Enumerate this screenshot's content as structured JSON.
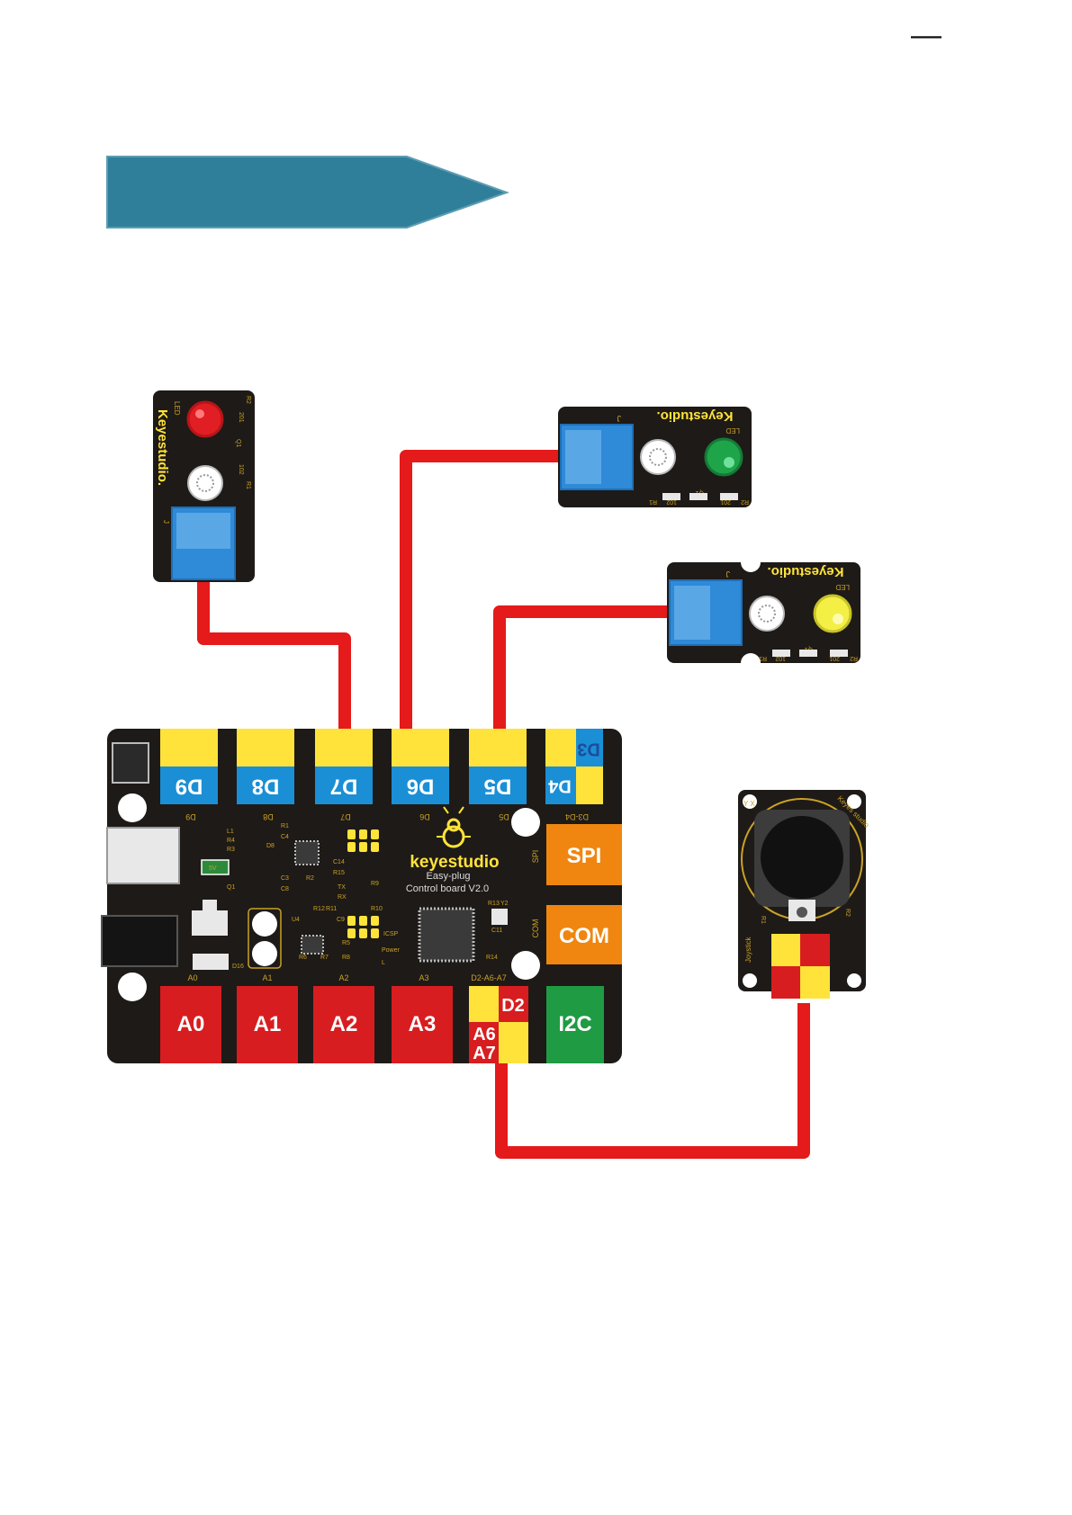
{
  "page": {
    "background": "#ffffff",
    "header_banner_color": "#2f7f9a",
    "top_mark": "—"
  },
  "colors": {
    "board": "#1e1a17",
    "port_yellow": "#ffe33a",
    "port_blue": "#1a8fd6",
    "port_red": "#d81d20",
    "port_orange": "#f0860f",
    "port_green": "#1f9b44",
    "wire": "#e51a1a",
    "connector_blue": "#2f8ad8",
    "silk": "#c9a227",
    "led_red": "#e01e24",
    "led_green": "#1ea54a",
    "led_yellow": "#f3ef45"
  },
  "board": {
    "brand": "keyestudio",
    "subtitle_1": "Easy-plug",
    "subtitle_2": "Control board V2.0",
    "top_ports": [
      {
        "label": "D9",
        "silk": "D9"
      },
      {
        "label": "D8",
        "silk": "D8"
      },
      {
        "label": "D7",
        "silk": "D7"
      },
      {
        "label": "D6",
        "silk": "D6"
      },
      {
        "label": "D5",
        "silk": "D5"
      },
      {
        "label_a": "D3",
        "label_b": "D4",
        "silk": "D3-D4"
      }
    ],
    "right_ports": [
      {
        "label": "SPI",
        "silk": "SPI"
      },
      {
        "label": "COM",
        "silk": "COM"
      },
      {
        "label": "I2C"
      }
    ],
    "bottom_ports": [
      {
        "label": "A0",
        "silk": "A0"
      },
      {
        "label": "A1",
        "silk": "A1"
      },
      {
        "label": "A2",
        "silk": "A2"
      },
      {
        "label": "A3",
        "silk": "A3"
      },
      {
        "label_a": "D2",
        "label_b": "A6",
        "label_c": "A7",
        "silk": "D2-A6-A7"
      }
    ],
    "silk_small": [
      "L1",
      "R4",
      "R3",
      "5V",
      "Q1",
      "R1",
      "C4",
      "D8",
      "C3",
      "R2",
      "C14",
      "R15",
      "TX",
      "RX",
      "R9",
      "R12",
      "R11",
      "C9",
      "R10",
      "ICSP",
      "R13",
      "Y2",
      "C11",
      "R14",
      "U4",
      "R6",
      "R7",
      "R8",
      "R5",
      "Power",
      "L",
      "D16",
      "C8"
    ]
  },
  "modules": {
    "led_red": {
      "brand": "Keyestudio.",
      "led": "LED",
      "j": "J",
      "r1": "R1",
      "r2": "R2",
      "q1": "Q1",
      "res_a": "102",
      "res_b": "201"
    },
    "led_green": {
      "brand": "Keyestudio.",
      "led": "LED",
      "j": "J",
      "r1": "R1",
      "r2": "R2",
      "q1": "Q1",
      "res_a": "102",
      "res_b": "201"
    },
    "led_yellow": {
      "brand": "Keyestudio.",
      "led": "LED",
      "j": "J",
      "r1": "R1",
      "r2": "R2",
      "q1": "Q1",
      "res_a": "102",
      "res_b": "201"
    },
    "joystick": {
      "brand": "Keyes studio",
      "side": "Joystick",
      "r1": "R1",
      "r2": "R2",
      "xy": "Y X"
    }
  }
}
